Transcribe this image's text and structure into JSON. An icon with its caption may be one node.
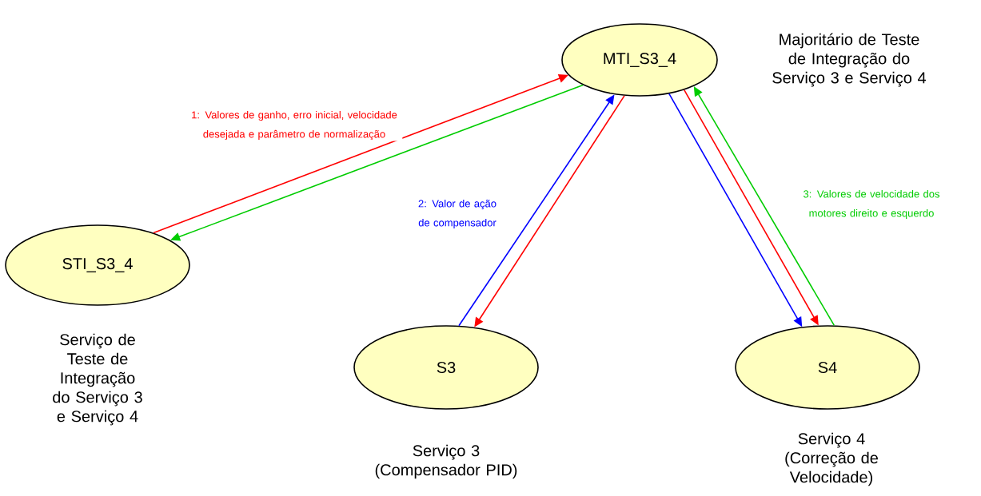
{
  "diagram": {
    "nodes": [
      {
        "text": [
          "MTI_S3_4"
        ],
        "beside": [
          "Majoritário de Teste de Integração do Serviço 3 e Serviço 4"
        ]
      },
      {
        "text": [
          "STI_S3_4"
        ],
        "beside": [
          "Serviço de Teste de Integração do Serviço 3 e Serviço 4"
        ]
      },
      {
        "text": [
          "S3"
        ],
        "beside": [
          "Serviço 3 (Compensador PID)"
        ]
      },
      {
        "text": [
          "S4"
        ],
        "beside": [
          "Serviço 4 (Correção de Velocidade)"
        ]
      }
    ],
    "edges": [
      {
        "from": 1,
        "to": 0,
        "arrow": "to",
        "color": "#ff0000",
        "label": "1: Valores de ganho, erro inicial, velocidade desejada e parâmetro de normalização"
      },
      {
        "from": 0,
        "to": 1,
        "arrow": "to",
        "color": "#00cc00"
      },
      {
        "from": 2,
        "to": 0,
        "arrow": "to",
        "color": "#0000ff",
        "label": "2: Valor de ação de compensador"
      },
      {
        "from": 0,
        "to": 2,
        "arrow": "to",
        "color": "#ff0000"
      },
      {
        "from": 0,
        "to": 3,
        "arrow": "to",
        "color": "#0000ff"
      },
      {
        "from": 0,
        "to": 3,
        "arrow": "to",
        "color": "#ff0000"
      },
      {
        "from": 3,
        "to": 0,
        "arrow": "to",
        "color": "#00cc00",
        "label": "3: Valores de velocidade dos motores direito e esquerdo"
      }
    ]
  }
}
